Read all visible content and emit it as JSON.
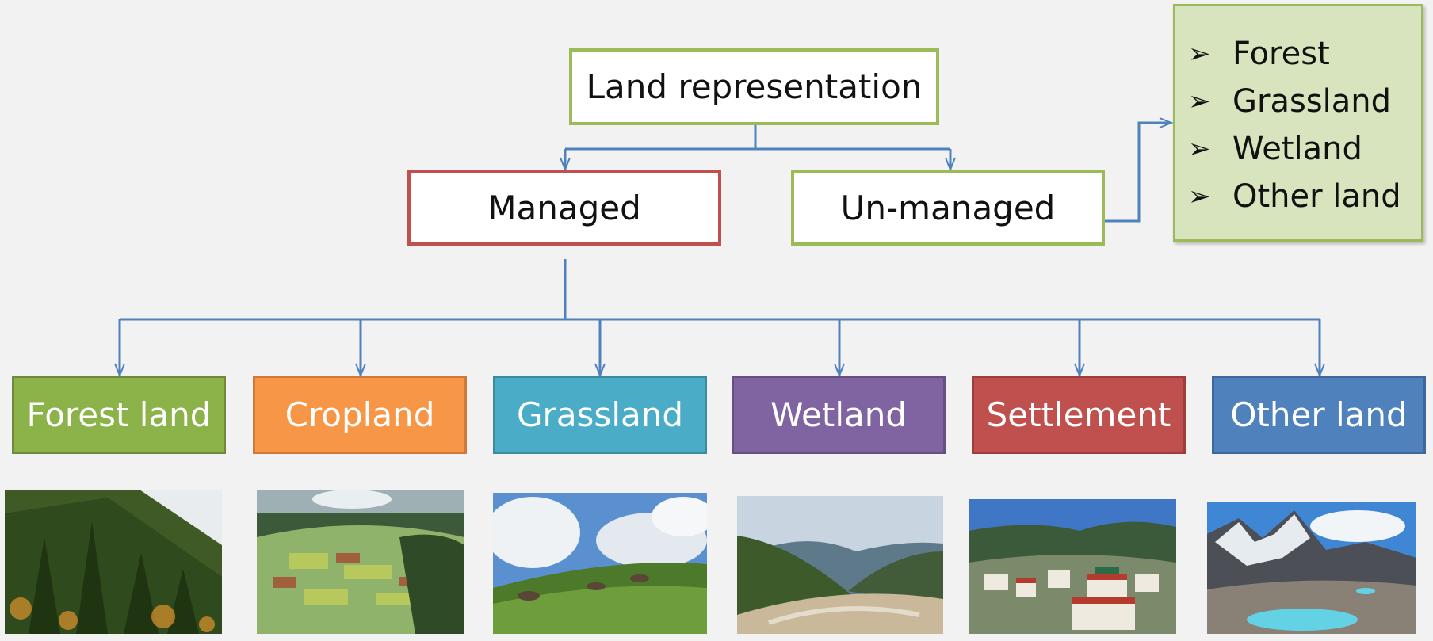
{
  "root": {
    "label": "Land representation"
  },
  "managed": {
    "label": "Managed"
  },
  "unmanaged": {
    "label": "Un-managed",
    "types": [
      {
        "label": "Forest"
      },
      {
        "label": "Grassland"
      },
      {
        "label": "Wetland"
      },
      {
        "label": "Other land"
      }
    ]
  },
  "categories": [
    {
      "label": "Forest land",
      "color": "#8cb24a"
    },
    {
      "label": "Cropland",
      "color": "#f79646"
    },
    {
      "label": "Grassland",
      "color": "#4aacc6"
    },
    {
      "label": "Wetland",
      "color": "#8064a2"
    },
    {
      "label": "Settlement",
      "color": "#c0504d"
    },
    {
      "label": "Other land",
      "color": "#4f81bd"
    }
  ],
  "colors": {
    "connector": "#4f81bd",
    "green_border": "#9bbb59",
    "red_border": "#c0504d"
  }
}
